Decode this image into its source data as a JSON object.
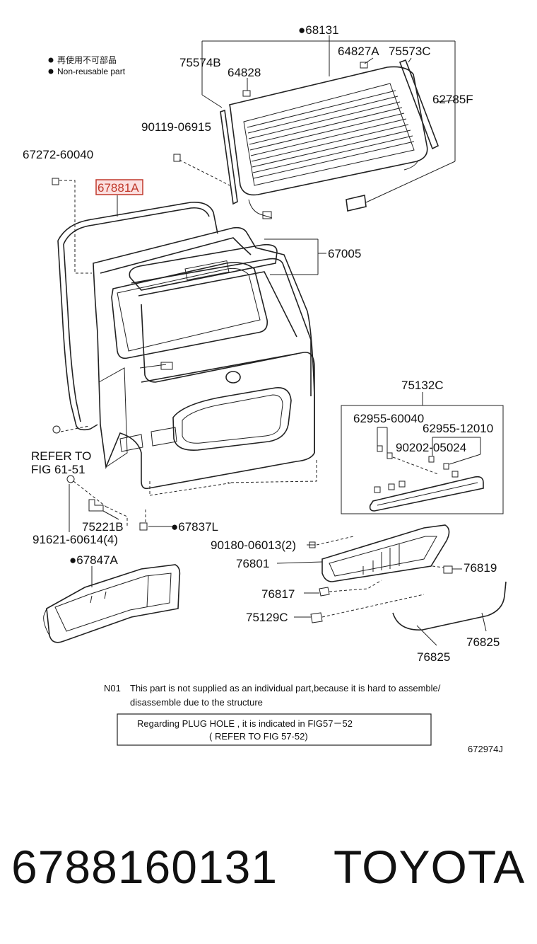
{
  "legend": {
    "jp": "再使用不可部品",
    "en": "Non-reusable part"
  },
  "labels": {
    "p68131": "●68131",
    "p75574B": "75574B",
    "p64828": "64828",
    "p64827A": "64827A",
    "p75573C": "75573C",
    "p62785F": "62785F",
    "p90119": "90119-06915",
    "p67272": "67272-60040",
    "p67881A": "67881A",
    "p67005": "67005",
    "refer1": "REFER TO",
    "refer2": "FIG 61-51",
    "p75221B": "75221B",
    "p67837L": "●67837L",
    "p91621": "91621-60614(4)",
    "p75132C": "75132C",
    "p62955a": "62955-60040",
    "p62955b": "62955-12010",
    "p90202": "90202-05024",
    "p90180": "90180-06013(2)",
    "p76801": "76801",
    "p76819": "76819",
    "p67847A": "●67847A",
    "p76817": "76817",
    "p75129C": "75129C",
    "p76825a": "76825",
    "p76825b": "76825"
  },
  "note": {
    "code": "N01",
    "line1": "This part is not supplied as an individual part,because it is hard to assemble/",
    "line2": "disassemble due to the structure"
  },
  "plug_box": {
    "line1": "Regarding PLUG HOLE , it is indicated in FIG57－52",
    "line2": "( REFER TO FIG 57-52)"
  },
  "diagram_id": "672974J",
  "footer": {
    "part_number": "6788160131",
    "brand": "TOYOTA"
  },
  "colors": {
    "highlight": "#c0392b",
    "line": "#222222"
  }
}
